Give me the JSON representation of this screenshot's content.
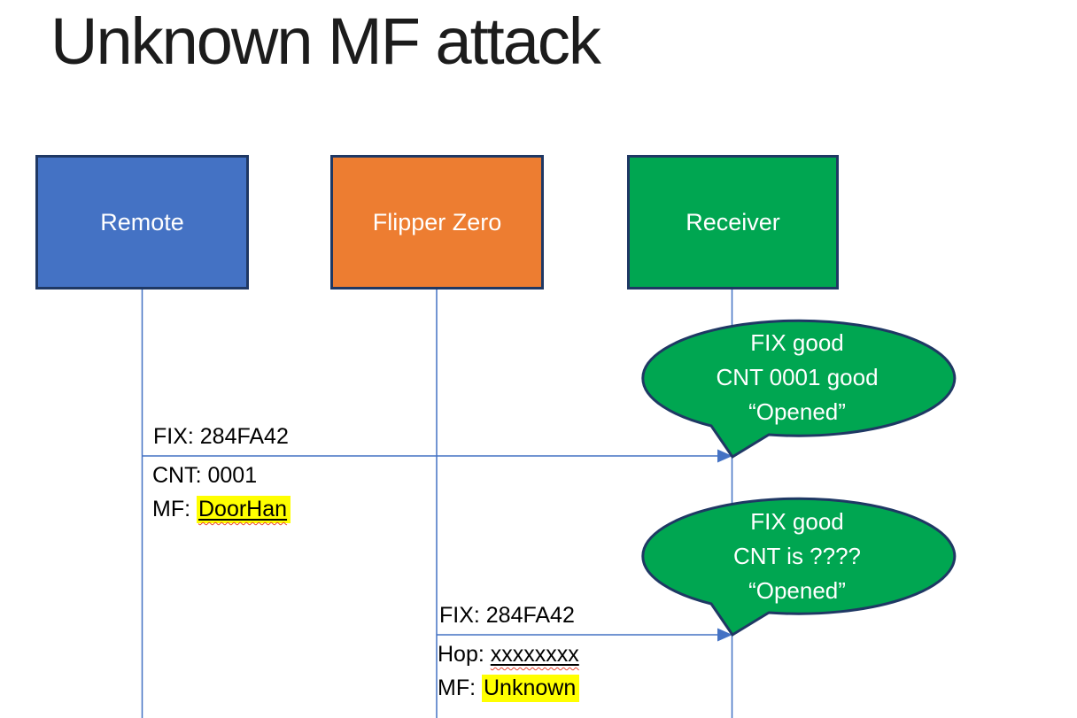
{
  "slide": {
    "title": "Unknown MF attack"
  },
  "colors": {
    "actor_blue": "#4472C4",
    "actor_orange": "#ED7D31",
    "actor_green": "#00A651",
    "bubble_green": "#00A651",
    "outline_navy": "#1F3864",
    "connector_blue": "#4472C4",
    "highlight_yellow": "#FFFF00",
    "spellcheck_red": "#E8442E"
  },
  "actors": [
    {
      "id": "remote",
      "label": "Remote"
    },
    {
      "id": "flipper-zero",
      "label": "Flipper Zero"
    },
    {
      "id": "receiver",
      "label": "Receiver"
    }
  ],
  "messages": [
    {
      "from": "Remote",
      "to": "Receiver",
      "above": "FIX: 284FA42",
      "below": [
        {
          "prefix": "CNT: ",
          "value": "0001"
        },
        {
          "prefix": "MF: ",
          "value": "DoorHan"
        }
      ]
    },
    {
      "from": "Flipper Zero",
      "to": "Receiver",
      "above": "FIX: 284FA42",
      "below": [
        {
          "prefix": "Hop: ",
          "value": "xxxxxxxx"
        },
        {
          "prefix": "MF: ",
          "value": "Unknown"
        }
      ]
    }
  ],
  "callouts": [
    {
      "from": "Receiver",
      "lines": [
        "FIX good",
        "CNT 0001 good",
        "“Opened”"
      ]
    },
    {
      "from": "Receiver",
      "lines": [
        "FIX good",
        "CNT is ????",
        "“Opened”"
      ]
    }
  ]
}
